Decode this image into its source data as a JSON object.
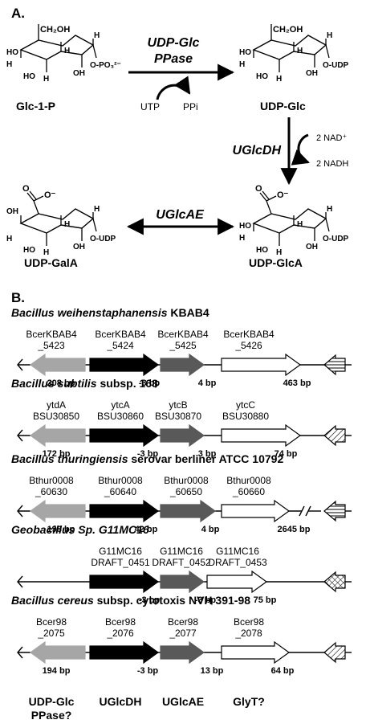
{
  "panel_a": {
    "label": "A.",
    "molecules": {
      "glc1p": {
        "name": "Glc-1-P",
        "ch2oh": "CH₂OH",
        "sub": "O-PO₃²⁻"
      },
      "udpglc": {
        "name": "UDP-Glc",
        "ch2oh": "CH₂OH",
        "sub": "O-UDP"
      },
      "udpglca": {
        "name": "UDP-GlcA",
        "sub": "O-UDP"
      },
      "udpgala": {
        "name": "UDP-GalA",
        "sub": "O-UDP"
      }
    },
    "enzymes": {
      "ppase_line1": "UDP-Glc",
      "ppase_line2": "PPase",
      "ugldh": "UGlcDH",
      "uglcae": "UGlcAE"
    },
    "cofactors": {
      "utp": "UTP",
      "ppi": "PPi",
      "nad": "2 NAD⁺",
      "nadh": "2 NADH"
    },
    "atoms": {
      "h": "H",
      "ho": "HO",
      "oh": "OH",
      "o": "O",
      "o_minus": "O⁻"
    }
  },
  "panel_b": {
    "label": "B.",
    "organisms": [
      {
        "title_italic": "Bacillus weihenstaphanensis",
        "title_rest": " KBAB4",
        "genes": [
          {
            "l1": "BcerKBAB4",
            "l2": "_5423"
          },
          {
            "l1": "BcerKBAB4",
            "l2": "_5424"
          },
          {
            "l1": "BcerKBAB4",
            "l2": "_5425"
          },
          {
            "l1": "BcerKBAB4",
            "l2": "_5426"
          }
        ],
        "gaps": [
          "208 bp",
          "-3 bp",
          "4 bp",
          "463 bp"
        ]
      },
      {
        "title_italic": "Bacillus subtilis",
        "title_rest": " subsp. 168",
        "genes": [
          {
            "l1": "ytdA",
            "l2": "BSU30850"
          },
          {
            "l1": "ytcA",
            "l2": "BSU30860"
          },
          {
            "l1": "ytcB",
            "l2": "BSU30870"
          },
          {
            "l1": "ytcC",
            "l2": "BSU30880"
          }
        ],
        "gaps": [
          "172 bp",
          "-3 bp",
          "3 bp",
          "74 bp"
        ]
      },
      {
        "title_italic": "Bacillus thuringiensis",
        "title_rest": " serovar berliner ATCC 10792",
        "genes": [
          {
            "l1": "Bthur0008",
            "l2": "_60630"
          },
          {
            "l1": "Bthur0008",
            "l2": "_60640"
          },
          {
            "l1": "Bthur0008",
            "l2": "_60650"
          },
          {
            "l1": "Bthur0008",
            "l2": "_60660"
          }
        ],
        "gaps": [
          "198 bp",
          "42 bp",
          "4 bp",
          "2645 bp"
        ]
      },
      {
        "title_italic": "Geobacillus Sp. G11MC16",
        "title_rest": "",
        "genes": [
          {
            "l1": "G11MC16",
            "l2": "DRAFT_0451"
          },
          {
            "l1": "G11MC16",
            "l2": "DRAFT_0452"
          },
          {
            "l1": "G11MC16",
            "l2": "DRAFT_0453"
          }
        ],
        "gaps": [
          "-3 bp",
          "-3 bp",
          "75 bp"
        ]
      },
      {
        "title_italic": "Bacillus cereus",
        "title_rest": " subsp. cytotoxis NVH 391-98",
        "genes": [
          {
            "l1": "Bcer98",
            "l2": "_2075"
          },
          {
            "l1": "Bcer98",
            "l2": "_2076"
          },
          {
            "l1": "Bcer98",
            "l2": "_2077"
          },
          {
            "l1": "Bcer98",
            "l2": "_2078"
          }
        ],
        "gaps": [
          "194 bp",
          "-3 bp",
          "13 bp",
          "64 bp"
        ]
      }
    ],
    "gene_functions": [
      {
        "l1": "UDP-Glc",
        "l2": "PPase?"
      },
      {
        "l1": "UGlcDH",
        "l2": ""
      },
      {
        "l1": "UGlcAE",
        "l2": ""
      },
      {
        "l1": "GlyT?",
        "l2": ""
      }
    ],
    "colors": {
      "ppase": "#a6a6a6",
      "ugldh": "#000000",
      "uglcae": "#595959",
      "glyt": "#ffffff"
    }
  }
}
